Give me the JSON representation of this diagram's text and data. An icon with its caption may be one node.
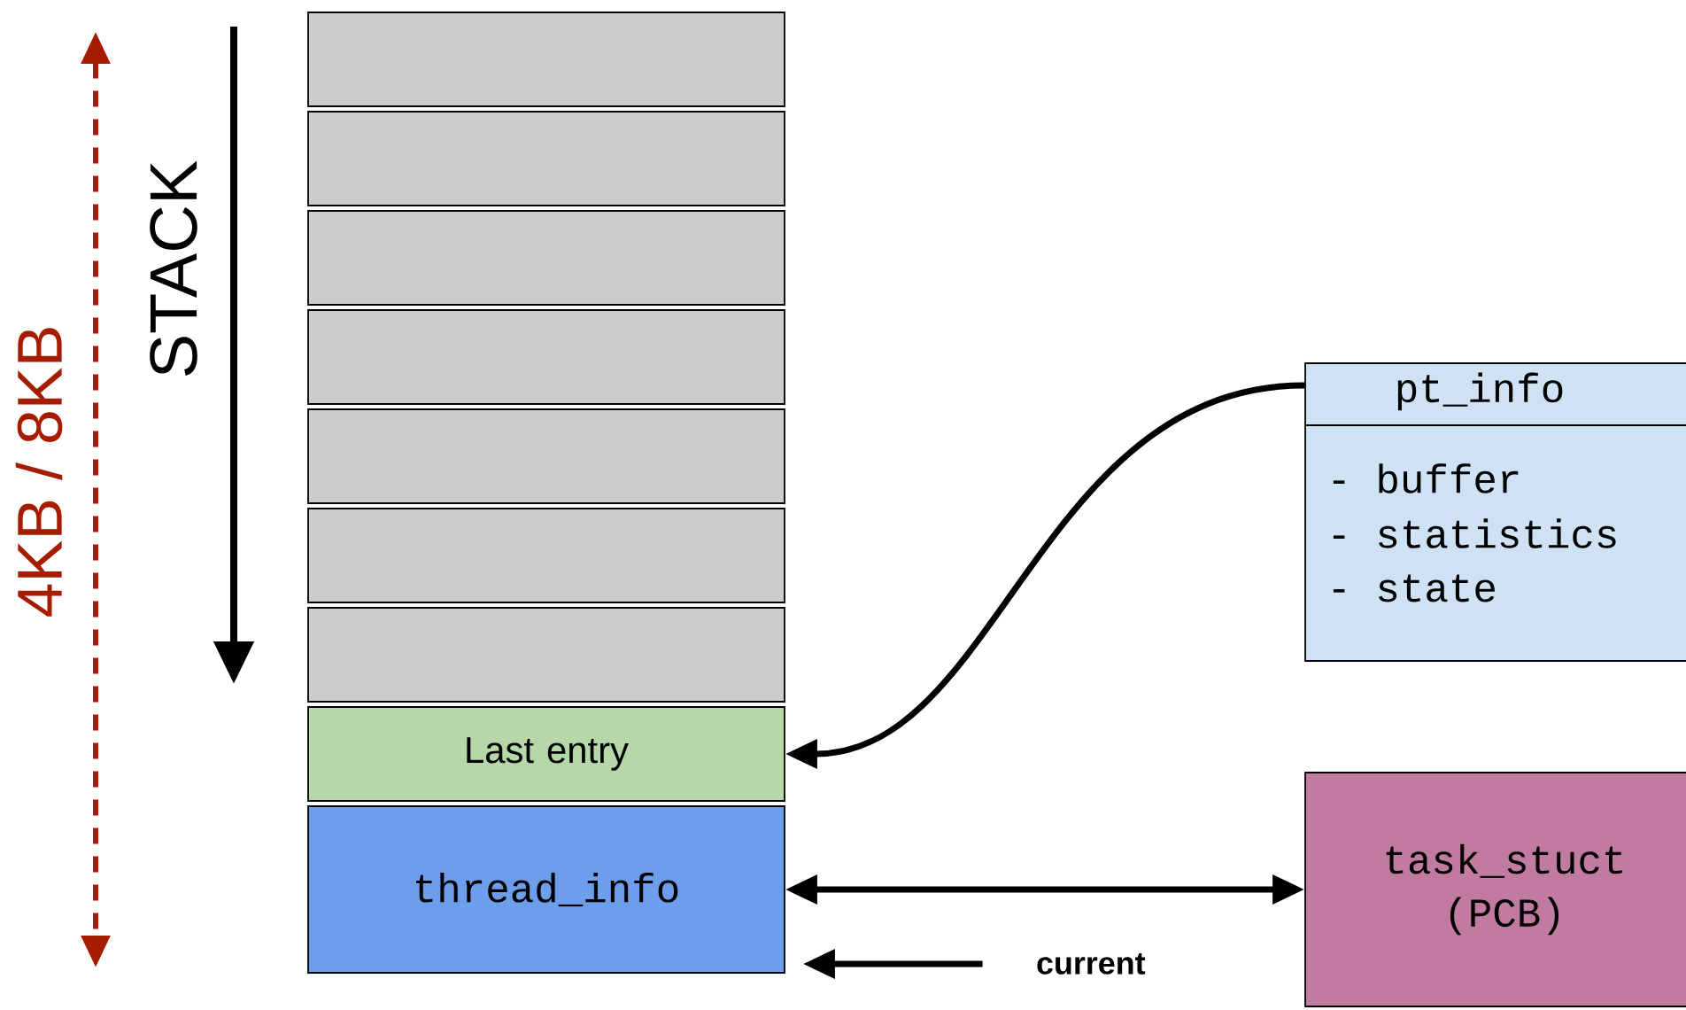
{
  "diagram": {
    "nodes": [
      {
        "text": [],
        "shape": "box"
      },
      {
        "text": [],
        "shape": "box"
      },
      {
        "text": [],
        "shape": "box"
      },
      {
        "text": [],
        "shape": "box"
      },
      {
        "text": [],
        "shape": "box"
      },
      {
        "text": [],
        "shape": "box"
      },
      {
        "text": [],
        "shape": "box"
      },
      {
        "text": [
          "Last entry"
        ]
      },
      {
        "text": [
          "thread_info"
        ]
      },
      {
        "text": [
          "pt_info",
          "- buffer",
          "- statistics",
          "- state"
        ]
      },
      {
        "text": [
          "task_stuct (PCB)"
        ]
      },
      {
        "text": [
          "current"
        ]
      }
    ],
    "edges": [
      {
        "from": 9,
        "to": 7,
        "arrow": "to"
      },
      {
        "from": 8,
        "to": 10,
        "arrow": "both"
      },
      {
        "from": 11,
        "to": 8,
        "arrow": "to"
      }
    ],
    "labels": [
      "4KB / 8KB",
      "STACK"
    ]
  }
}
